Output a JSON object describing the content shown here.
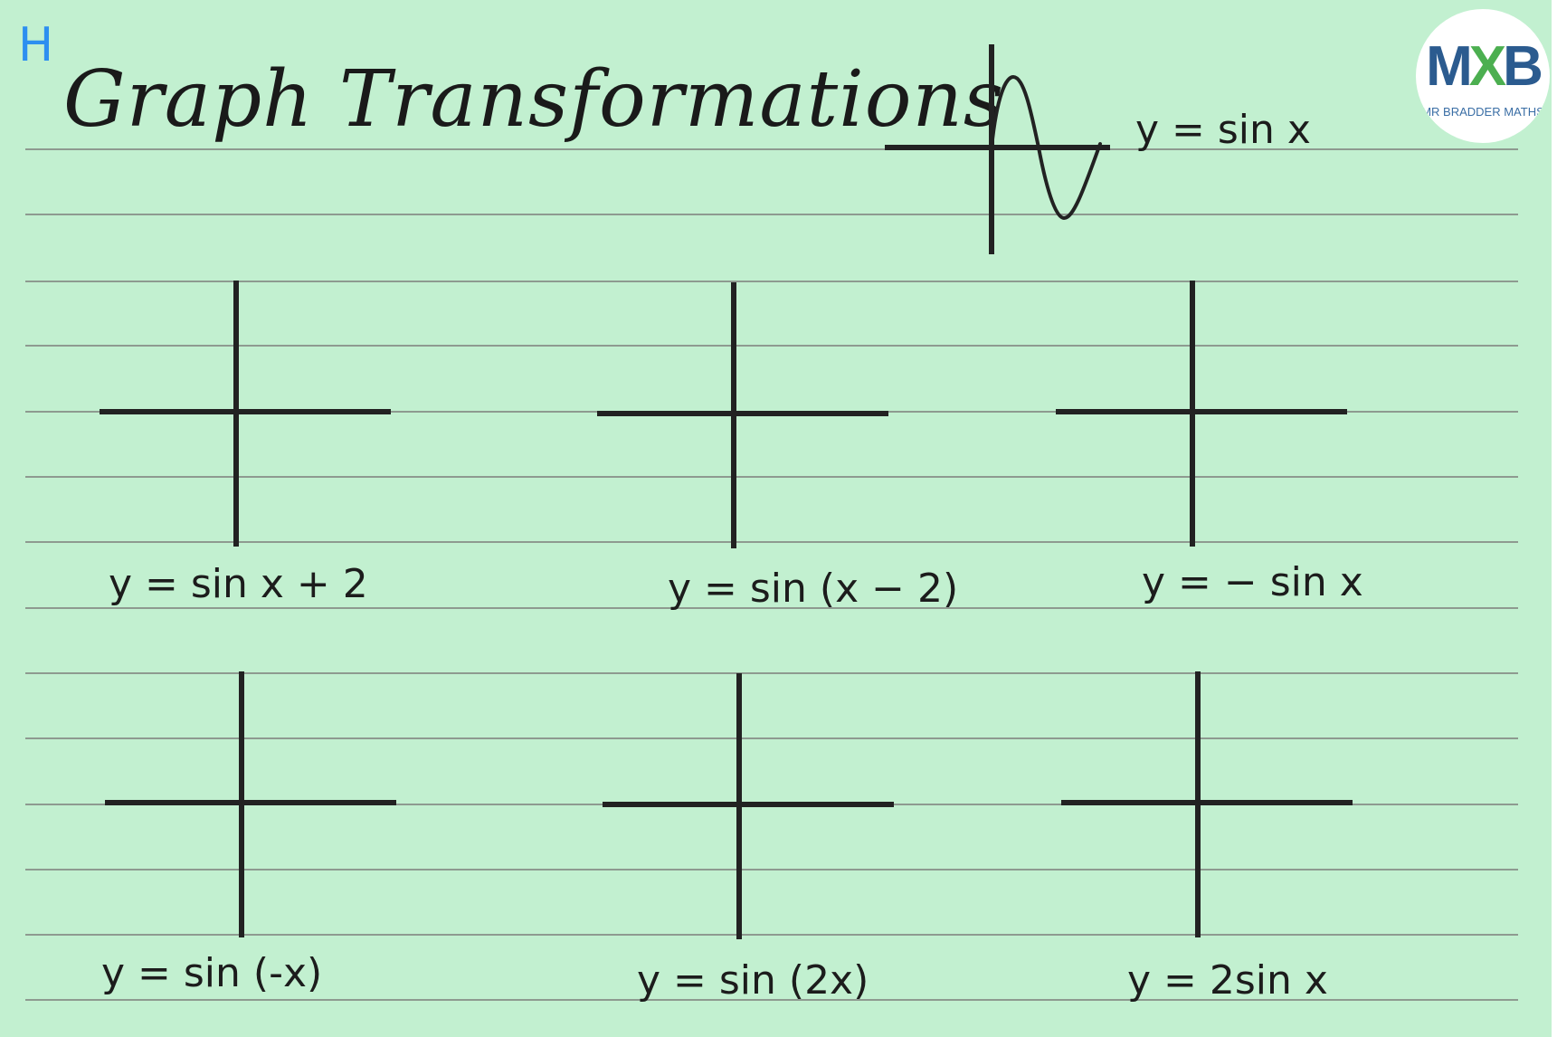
{
  "tier": "H",
  "title": "Graph Transformations",
  "reference": {
    "label": "y = sin x"
  },
  "graphs": [
    {
      "label": "y = sin x + 2"
    },
    {
      "label": "y = sin (x − 2)"
    },
    {
      "label": "y = − sin x"
    },
    {
      "label": "y = sin (-x)"
    },
    {
      "label": "y = sin (2x)"
    },
    {
      "label": "y = 2sin x"
    }
  ],
  "logo": {
    "mark_left": "M",
    "mark_x": "X",
    "mark_right": "B",
    "subtitle": "MR BRADDER MATHS"
  },
  "colors": {
    "background": "#c2f0d0",
    "ruled_line": "#8e9a90",
    "ink": "#222222",
    "tier": "#2d8ff0"
  }
}
